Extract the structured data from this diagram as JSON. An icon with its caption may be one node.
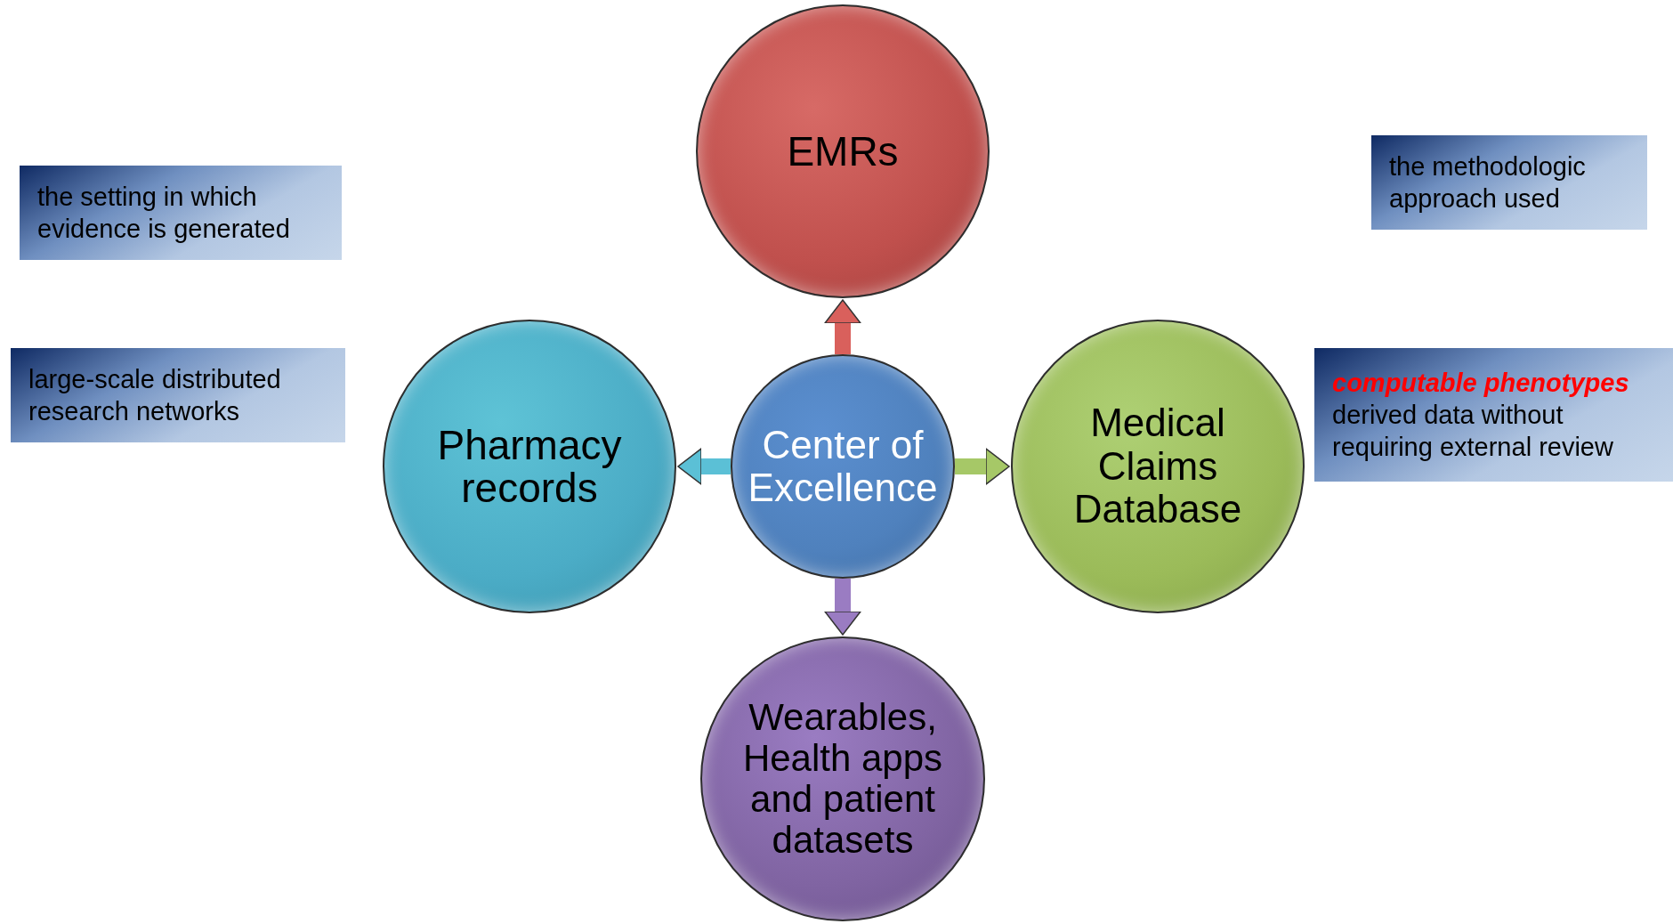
{
  "diagram": {
    "nodes": [
      {
        "text": [
          "EMRs"
        ]
      },
      {
        "text": [
          "the setting in which evidence is generated"
        ]
      },
      {
        "text": [
          "the methodologic approach used"
        ]
      },
      {
        "text": [
          "Pharmacy records"
        ]
      },
      {
        "text": [
          "Center of Excellence"
        ]
      },
      {
        "text": [
          "Medical Claims Database"
        ]
      },
      {
        "text": [
          "large-scale distributed research networks"
        ]
      },
      {
        "text": [
          "computable phenotypes",
          "derived data without requiring external review"
        ]
      },
      {
        "text": [
          "Wearables, Health apps and patient datasets"
        ]
      }
    ],
    "edges": [
      {
        "from": 4,
        "to": 0,
        "arrow": "to",
        "color": "#d9605c"
      },
      {
        "from": 4,
        "to": 3,
        "arrow": "to",
        "color": "#5bc0d6"
      },
      {
        "from": 4,
        "to": 5,
        "arrow": "to",
        "color": "#a6c867"
      },
      {
        "from": 4,
        "to": 8,
        "arrow": "to",
        "color": "#9a7cc2"
      }
    ]
  }
}
